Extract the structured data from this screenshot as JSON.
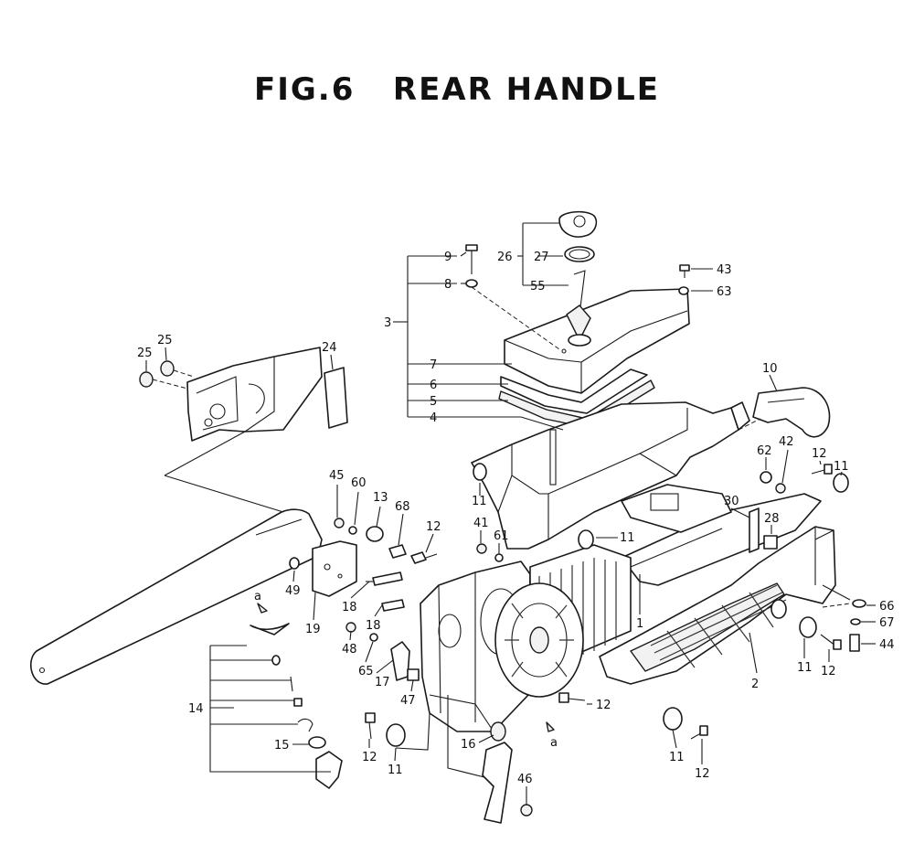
{
  "title": "FIG.6   REAR HANDLE",
  "callouts": {
    "c1": "1",
    "c2": "2",
    "c3": "3",
    "c4": "4",
    "c5": "5",
    "c6": "6",
    "c7": "7",
    "c8": "8",
    "c9": "9",
    "c10": "10",
    "c11": "11",
    "c12": "12",
    "c13": "13",
    "c14": "14",
    "c15": "15",
    "c16": "16",
    "c17": "17",
    "c18": "18",
    "c19": "19",
    "c24": "24",
    "c25": "25",
    "c26": "26",
    "c27": "27",
    "c28": "28",
    "c30": "30",
    "c41": "41",
    "c42": "42",
    "c43": "43",
    "c44": "44",
    "c45": "45",
    "c46": "46",
    "c47": "47",
    "c48": "48",
    "c49": "49",
    "c55": "55",
    "c60": "60",
    "c61": "61",
    "c62": "62",
    "c63": "63",
    "c65": "65",
    "c66": "66",
    "c67": "67",
    "c68": "68",
    "ca": "a"
  }
}
